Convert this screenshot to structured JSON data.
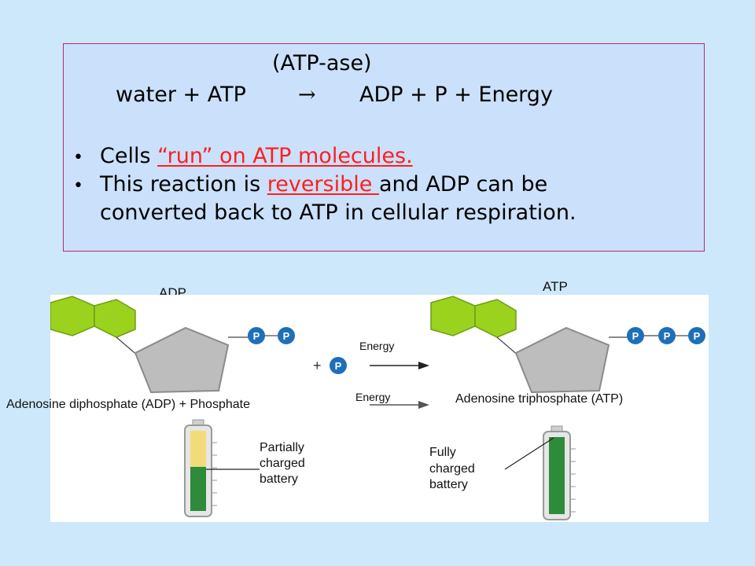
{
  "equation": {
    "enzyme": "(ATP-ase)",
    "left": "water + ATP",
    "arrow": "→",
    "right": "ADP + P + Energy"
  },
  "bullets": [
    {
      "prefix": "Cells ",
      "highlight": "“run” on ATP molecules.",
      "suffix": ""
    },
    {
      "prefix": "This reaction is ",
      "highlight": "reversible ",
      "suffix": "and ADP can be",
      "line2": "converted back to ATP in cellular respiration."
    }
  ],
  "figure": {
    "adp_title": "ADP",
    "atp_title": "ATP",
    "phosphate": "P",
    "plus": "+",
    "energy_top": "Energy",
    "energy_bottom": "Energy",
    "adp_caption": "Adenosine diphosphate (ADP) + Phosphate",
    "atp_caption": "Adenosine triphosphate (ATP)",
    "partial_battery": [
      "Partially",
      "charged",
      "battery"
    ],
    "full_battery": [
      "Fully",
      "charged",
      "battery"
    ],
    "partial_battery_charge": 0.55,
    "full_battery_charge": 1.0
  },
  "colors": {
    "background": "#cce8fa",
    "highlight_red": "#ff1f1f",
    "ring_green": "#9ad21e",
    "sugar_gray": "#bdbdbd",
    "phosphate_blue": "#1f6fb8",
    "battery_green": "#2e8b3a",
    "battery_yellow": "#f2dc7a"
  }
}
